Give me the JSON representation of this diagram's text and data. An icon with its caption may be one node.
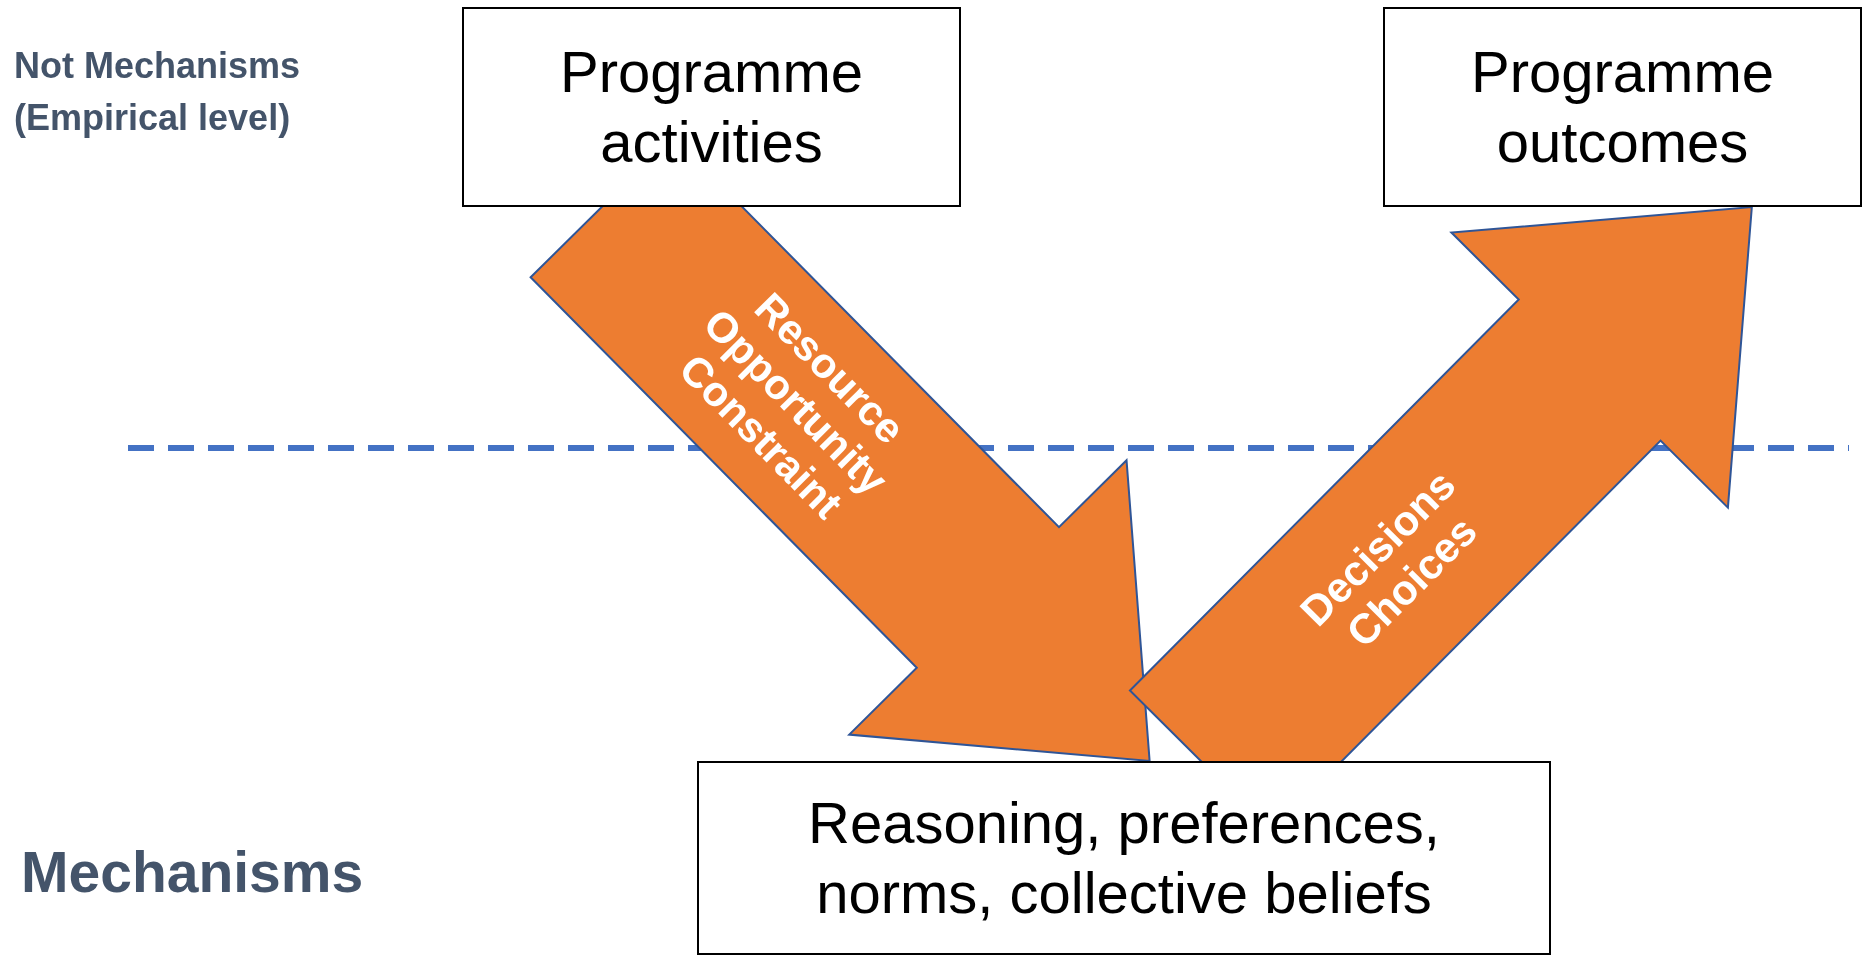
{
  "diagram": {
    "nodes": [
      {
        "text": [
          "Programme activities"
        ]
      },
      {
        "text": [
          "Programme outcomes"
        ]
      },
      {
        "text": [
          "Reasoning, preferences, norms, collective beliefs"
        ]
      }
    ],
    "edges": [
      {
        "from": 0,
        "to": 2,
        "arrow": "to",
        "label": "Resource Opportunity Constraint"
      },
      {
        "from": 2,
        "to": 1,
        "arrow": "to",
        "label": "Decisions Choices"
      }
    ],
    "labels": [
      "Not Mechanisms (Empirical level)",
      "Mechanisms"
    ]
  }
}
